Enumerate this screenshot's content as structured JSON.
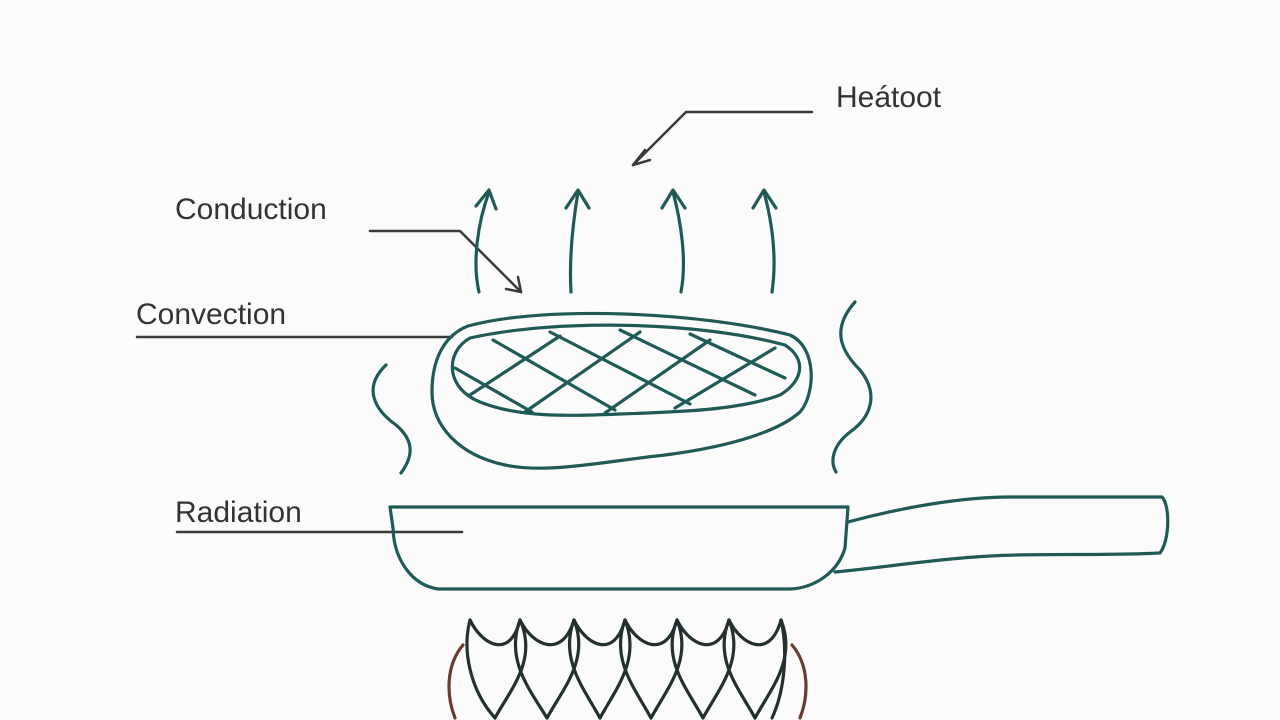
{
  "labels": {
    "heat": "Heátoot",
    "conduction": "Conduction",
    "convection": "Convection",
    "radiation": "Radiation"
  },
  "colors": {
    "background": "#fbfbfb",
    "line_art": "#1f5a57",
    "label_text": "#333333",
    "leader_lines": "#3a3a3a",
    "flame_edges": "#6b3a32"
  },
  "icons": [
    "steak-icon",
    "frying-pan-icon",
    "flame-icon",
    "heat-arrow-icon",
    "heat-wave-icon"
  ]
}
